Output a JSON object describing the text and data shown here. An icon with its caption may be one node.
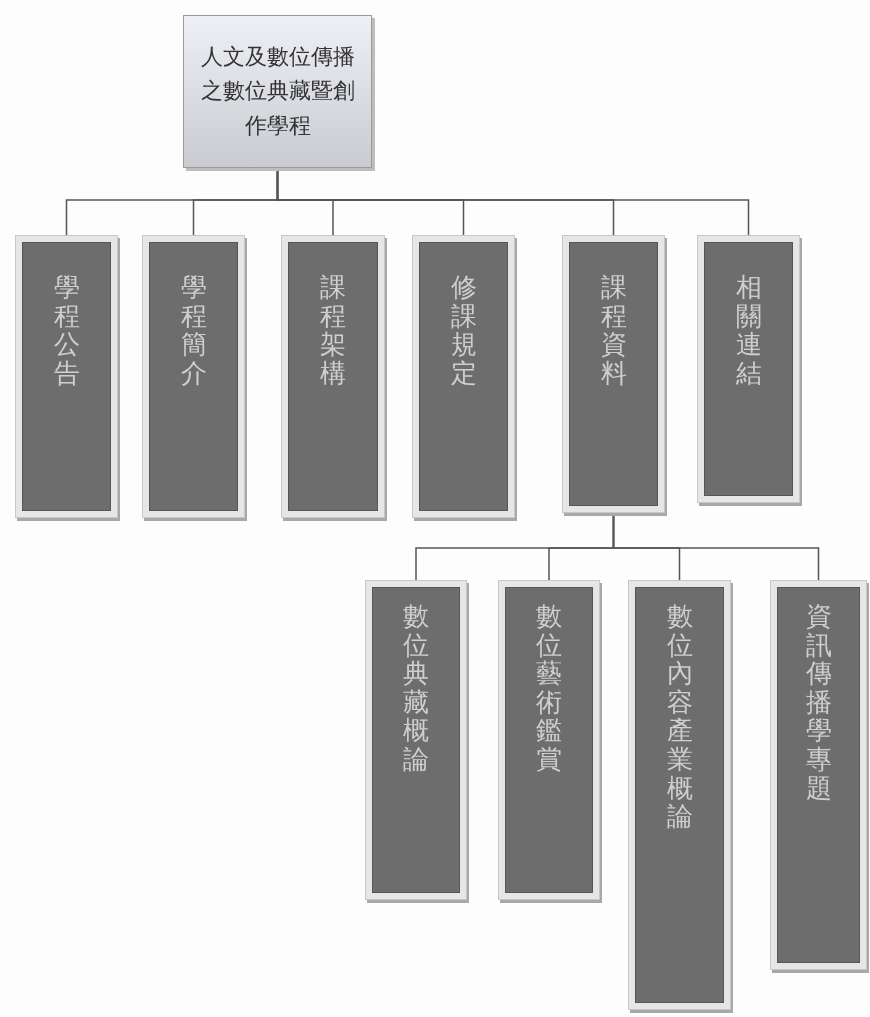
{
  "diagram": {
    "nodes": [
      {
        "text": [
          "人文及數位傳播之數位典藏暨創作學程"
        ]
      },
      {
        "text": [
          "學程公告"
        ]
      },
      {
        "text": [
          "學程簡介"
        ]
      },
      {
        "text": [
          "課程架構"
        ]
      },
      {
        "text": [
          "修課規定"
        ]
      },
      {
        "text": [
          "課程資料"
        ]
      },
      {
        "text": [
          "相關連結"
        ]
      },
      {
        "text": [
          "數位典藏概論"
        ]
      },
      {
        "text": [
          "數位藝術鑑賞"
        ]
      },
      {
        "text": [
          "數位內容產業概論"
        ]
      },
      {
        "text": [
          "資訊傳播學專題"
        ]
      }
    ],
    "edges": [
      {
        "from": 0,
        "to": 1,
        "arrow": "none"
      },
      {
        "from": 0,
        "to": 2,
        "arrow": "none"
      },
      {
        "from": 0,
        "to": 3,
        "arrow": "none"
      },
      {
        "from": 0,
        "to": 4,
        "arrow": "none"
      },
      {
        "from": 0,
        "to": 5,
        "arrow": "none"
      },
      {
        "from": 0,
        "to": 6,
        "arrow": "none"
      },
      {
        "from": 5,
        "to": 7,
        "arrow": "none"
      },
      {
        "from": 5,
        "to": 8,
        "arrow": "none"
      },
      {
        "from": 5,
        "to": 9,
        "arrow": "none"
      },
      {
        "from": 5,
        "to": 10,
        "arrow": "none"
      }
    ]
  }
}
